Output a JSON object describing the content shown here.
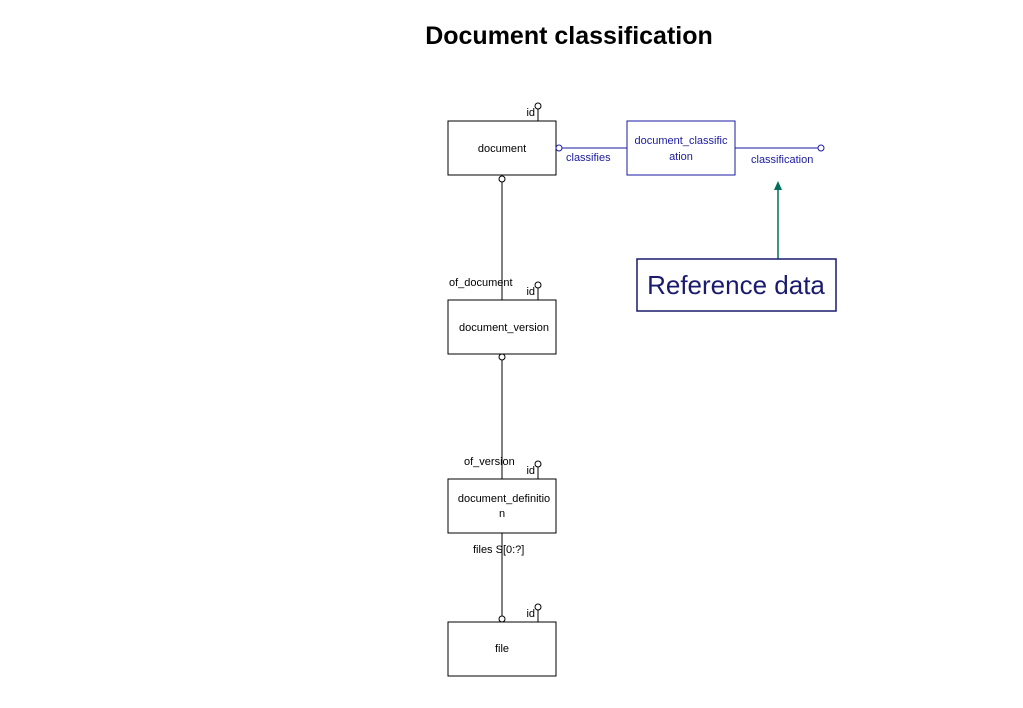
{
  "title": "Document classification",
  "entities": {
    "document": "document",
    "document_version_1": "document_version",
    "document_definition_line1": "document_definitio",
    "document_definition_line2": "n",
    "file": "file",
    "document_classification_line1": "document_classific",
    "document_classification_line2": "ation"
  },
  "attributes": {
    "id": "id",
    "of_document": "of_document",
    "of_version": "of_version",
    "files": "files S[0:?]",
    "classifies": "classifies",
    "classification": "classification"
  },
  "reference_box": "Reference data",
  "colors": {
    "entity_stroke": "#000000",
    "classification_blue": "#1a1aa0",
    "arrow": "#006f5c",
    "reference_border": "#1a1a6e"
  }
}
